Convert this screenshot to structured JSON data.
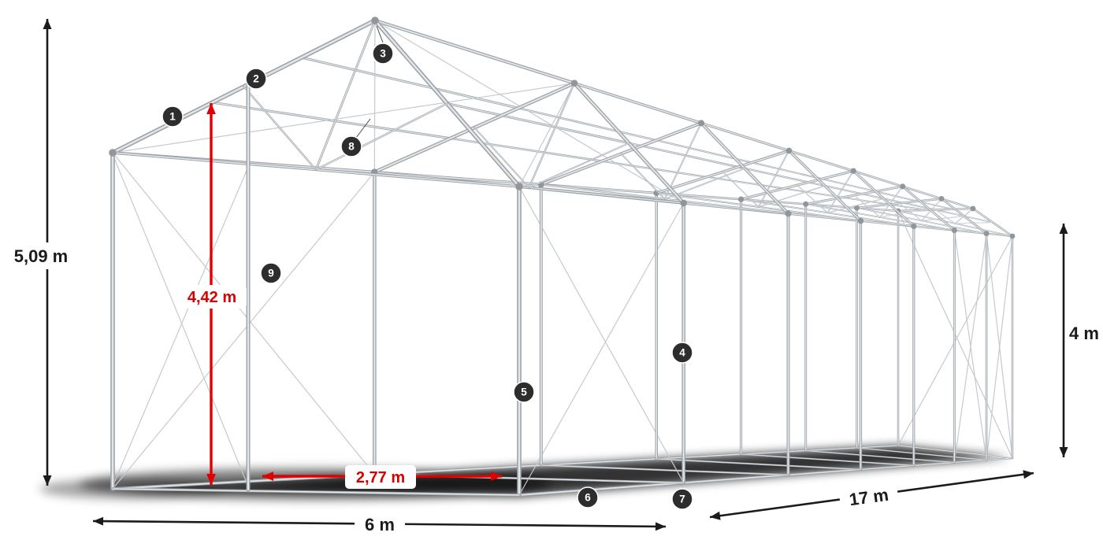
{
  "dimensions": {
    "total_height": "5,09 m",
    "inner_height": "4,42 m",
    "entrance_width": "2,77 m",
    "front_width": "6 m",
    "length": "17 m",
    "side_height": "4 m"
  },
  "markers": [
    "1",
    "2",
    "3",
    "4",
    "5",
    "6",
    "7",
    "8",
    "9"
  ],
  "colors": {
    "dimension_black": "#1b1b1b",
    "dimension_red": "#e10000",
    "marker_bg": "#2d2d2d",
    "marker_text": "#ffffff",
    "frame_outer": "#9ba2a8",
    "frame_inner": "#e3e5e7",
    "frame_thin": "#c6cacd",
    "frame_joint": "#8f969c",
    "background": "#ffffff"
  }
}
